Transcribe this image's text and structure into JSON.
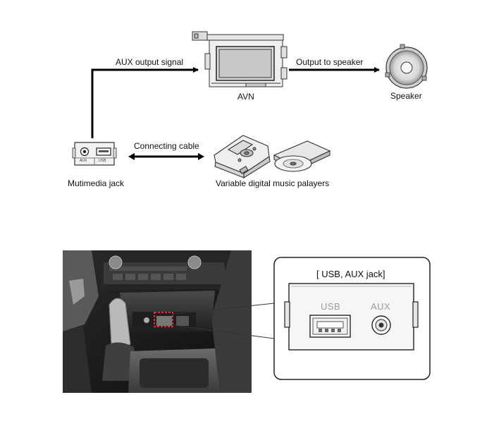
{
  "top_diagram": {
    "aux_output_signal": "AUX output signal",
    "avn": "AVN",
    "output_to_speaker": "Output to speaker",
    "speaker": "Speaker",
    "connecting_cable": "Connecting cable",
    "multimedia_jack": "Mutimedia jack",
    "jack_aux_tiny": "AUX",
    "jack_usb_tiny": "USB",
    "music_players": "Variable digital music palayers"
  },
  "bottom_detail": {
    "title": "[ USB, AUX jack]",
    "usb_label": "USB",
    "aux_label": "AUX"
  }
}
